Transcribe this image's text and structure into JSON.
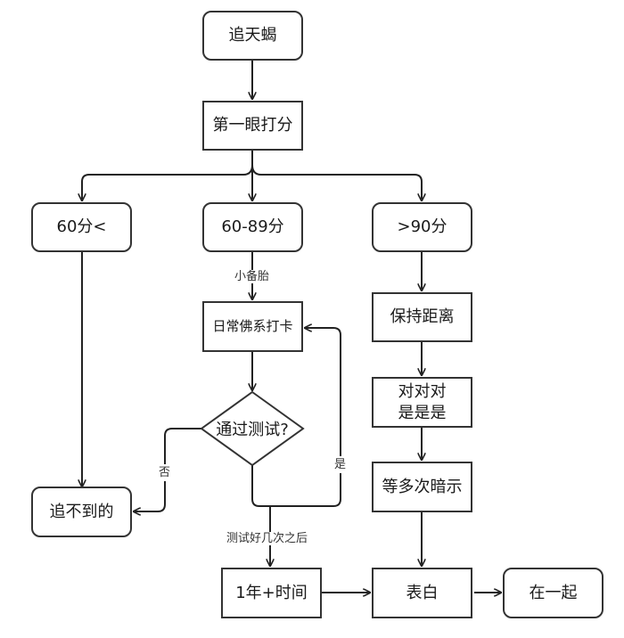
{
  "diagram": {
    "type": "flowchart",
    "nodes": {
      "start": "追天蝎",
      "first_glance": "第一眼打分",
      "below_60": "60分<",
      "range_60_89": "60-89分",
      "above_90": ">90分",
      "daily_checkin": "日常佛系打卡",
      "pass_test": "通过测试?",
      "keep_distance": "保持距离",
      "yes_yes_line1": "对对对",
      "yes_yes_line2": "是是是",
      "hint_many": "等多次暗示",
      "cannot_get": "追不到的",
      "one_year": "1年+时间",
      "confess": "表白",
      "together": "在一起"
    },
    "edge_labels": {
      "backup": "小备胎",
      "no": "否",
      "yes": "是",
      "after_tests": "测试好几次之后"
    },
    "colors": {
      "stroke": "#333333",
      "text": "#1a1a1a",
      "background": "#ffffff"
    }
  }
}
